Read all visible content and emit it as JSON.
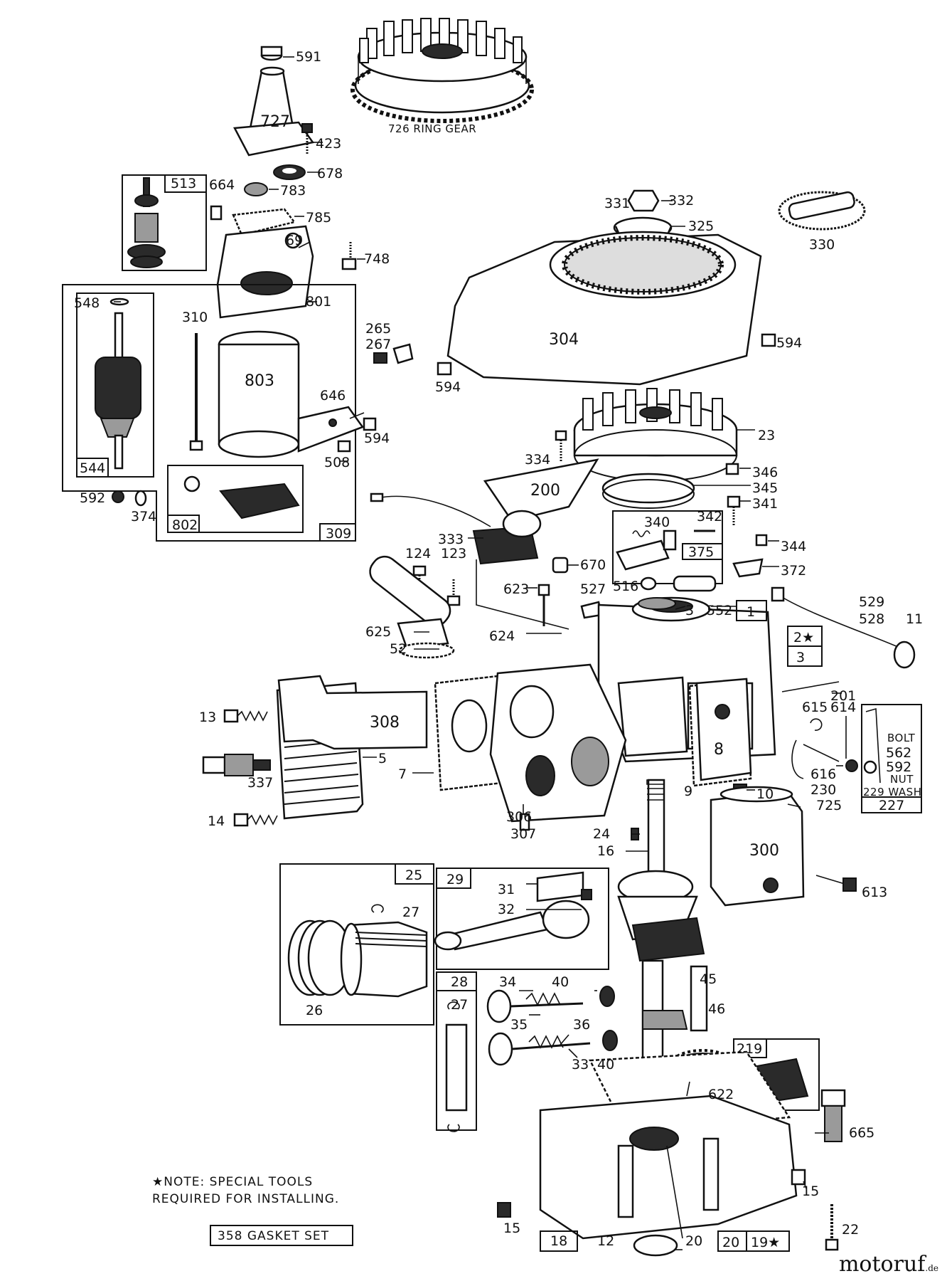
{
  "labels": [
    {
      "id": "591",
      "text": "591"
    },
    {
      "id": "727",
      "text": "727"
    },
    {
      "id": "423",
      "text": "423"
    },
    {
      "id": "726",
      "text": "726 RING GEAR"
    },
    {
      "id": "678",
      "text": "678"
    },
    {
      "id": "783",
      "text": "783"
    },
    {
      "id": "664",
      "text": "664"
    },
    {
      "id": "513",
      "text": "513"
    },
    {
      "id": "785",
      "text": "785"
    },
    {
      "id": "69",
      "text": "69"
    },
    {
      "id": "748",
      "text": "748"
    },
    {
      "id": "801",
      "text": "801"
    },
    {
      "id": "548",
      "text": "548"
    },
    {
      "id": "310",
      "text": "310"
    },
    {
      "id": "803",
      "text": "803"
    },
    {
      "id": "646",
      "text": "646"
    },
    {
      "id": "594a",
      "text": "594"
    },
    {
      "id": "508",
      "text": "508"
    },
    {
      "id": "544",
      "text": "544"
    },
    {
      "id": "802",
      "text": "802"
    },
    {
      "id": "309",
      "text": "309"
    },
    {
      "id": "592a",
      "text": "592"
    },
    {
      "id": "374",
      "text": "374"
    },
    {
      "id": "331",
      "text": "331"
    },
    {
      "id": "332",
      "text": "332"
    },
    {
      "id": "325",
      "text": "325"
    },
    {
      "id": "330",
      "text": "330"
    },
    {
      "id": "265",
      "text": "265"
    },
    {
      "id": "267",
      "text": "267"
    },
    {
      "id": "594b",
      "text": "594"
    },
    {
      "id": "304",
      "text": "304"
    },
    {
      "id": "594c",
      "text": "594"
    },
    {
      "id": "23",
      "text": "23"
    },
    {
      "id": "334",
      "text": "334"
    },
    {
      "id": "200",
      "text": "200"
    },
    {
      "id": "346",
      "text": "346"
    },
    {
      "id": "345",
      "text": "345"
    },
    {
      "id": "341",
      "text": "341"
    },
    {
      "id": "340",
      "text": "340"
    },
    {
      "id": "342",
      "text": "342"
    },
    {
      "id": "375",
      "text": "375"
    },
    {
      "id": "344",
      "text": "344"
    },
    {
      "id": "372",
      "text": "372"
    },
    {
      "id": "516",
      "text": "516"
    },
    {
      "id": "333",
      "text": "333"
    },
    {
      "id": "670",
      "text": "670"
    },
    {
      "id": "124",
      "text": "124"
    },
    {
      "id": "123",
      "text": "123"
    },
    {
      "id": "623",
      "text": "623"
    },
    {
      "id": "527",
      "text": "527"
    },
    {
      "id": "3a",
      "text": "3"
    },
    {
      "id": "552",
      "text": "552"
    },
    {
      "id": "1",
      "text": "1"
    },
    {
      "id": "529",
      "text": "529"
    },
    {
      "id": "528",
      "text": "528"
    },
    {
      "id": "11",
      "text": "11"
    },
    {
      "id": "625",
      "text": "625"
    },
    {
      "id": "624",
      "text": "624"
    },
    {
      "id": "52",
      "text": "52"
    },
    {
      "id": "2star",
      "text": "2★"
    },
    {
      "id": "3b",
      "text": "3"
    },
    {
      "id": "201",
      "text": "201"
    },
    {
      "id": "615",
      "text": "615"
    },
    {
      "id": "614",
      "text": "614"
    },
    {
      "id": "bolt",
      "text": "BOLT"
    },
    {
      "id": "562",
      "text": "562"
    },
    {
      "id": "592b",
      "text": "592"
    },
    {
      "id": "nut",
      "text": "NUT"
    },
    {
      "id": "229",
      "text": "229 WASH"
    },
    {
      "id": "227",
      "text": "227"
    },
    {
      "id": "616",
      "text": "616"
    },
    {
      "id": "230",
      "text": "230"
    },
    {
      "id": "13",
      "text": "13"
    },
    {
      "id": "308",
      "text": "308"
    },
    {
      "id": "5",
      "text": "5"
    },
    {
      "id": "7",
      "text": "7"
    },
    {
      "id": "337",
      "text": "337"
    },
    {
      "id": "8",
      "text": "8"
    },
    {
      "id": "9",
      "text": "9"
    },
    {
      "id": "10",
      "text": "10"
    },
    {
      "id": "725",
      "text": "725"
    },
    {
      "id": "14",
      "text": "14"
    },
    {
      "id": "306",
      "text": "306"
    },
    {
      "id": "307",
      "text": "307"
    },
    {
      "id": "24",
      "text": "24"
    },
    {
      "id": "16",
      "text": "16"
    },
    {
      "id": "300",
      "text": "300"
    },
    {
      "id": "613",
      "text": "613"
    },
    {
      "id": "25",
      "text": "25"
    },
    {
      "id": "29",
      "text": "29"
    },
    {
      "id": "27a",
      "text": "27"
    },
    {
      "id": "31",
      "text": "31"
    },
    {
      "id": "32",
      "text": "32"
    },
    {
      "id": "26",
      "text": "26"
    },
    {
      "id": "45",
      "text": "45"
    },
    {
      "id": "28",
      "text": "28"
    },
    {
      "id": "34",
      "text": "34"
    },
    {
      "id": "40a",
      "text": "40"
    },
    {
      "id": "27b",
      "text": "27"
    },
    {
      "id": "46",
      "text": "46"
    },
    {
      "id": "35",
      "text": "35"
    },
    {
      "id": "36",
      "text": "36"
    },
    {
      "id": "219",
      "text": "219"
    },
    {
      "id": "33",
      "text": "33"
    },
    {
      "id": "40b",
      "text": "40"
    },
    {
      "id": "622",
      "text": "622"
    },
    {
      "id": "665",
      "text": "665"
    },
    {
      "id": "15a",
      "text": "15"
    },
    {
      "id": "15b",
      "text": "15"
    },
    {
      "id": "22",
      "text": "22"
    },
    {
      "id": "18",
      "text": "18"
    },
    {
      "id": "12",
      "text": "12"
    },
    {
      "id": "20a",
      "text": "20"
    },
    {
      "id": "20b",
      "text": "20"
    },
    {
      "id": "19star",
      "text": "19★"
    }
  ],
  "note_line1": "★NOTE: SPECIAL TOOLS",
  "note_line2": "REQUIRED FOR INSTALLING.",
  "gasket_set": "358 GASKET SET",
  "brand_main": "motoruf",
  "brand_suffix": ".de"
}
